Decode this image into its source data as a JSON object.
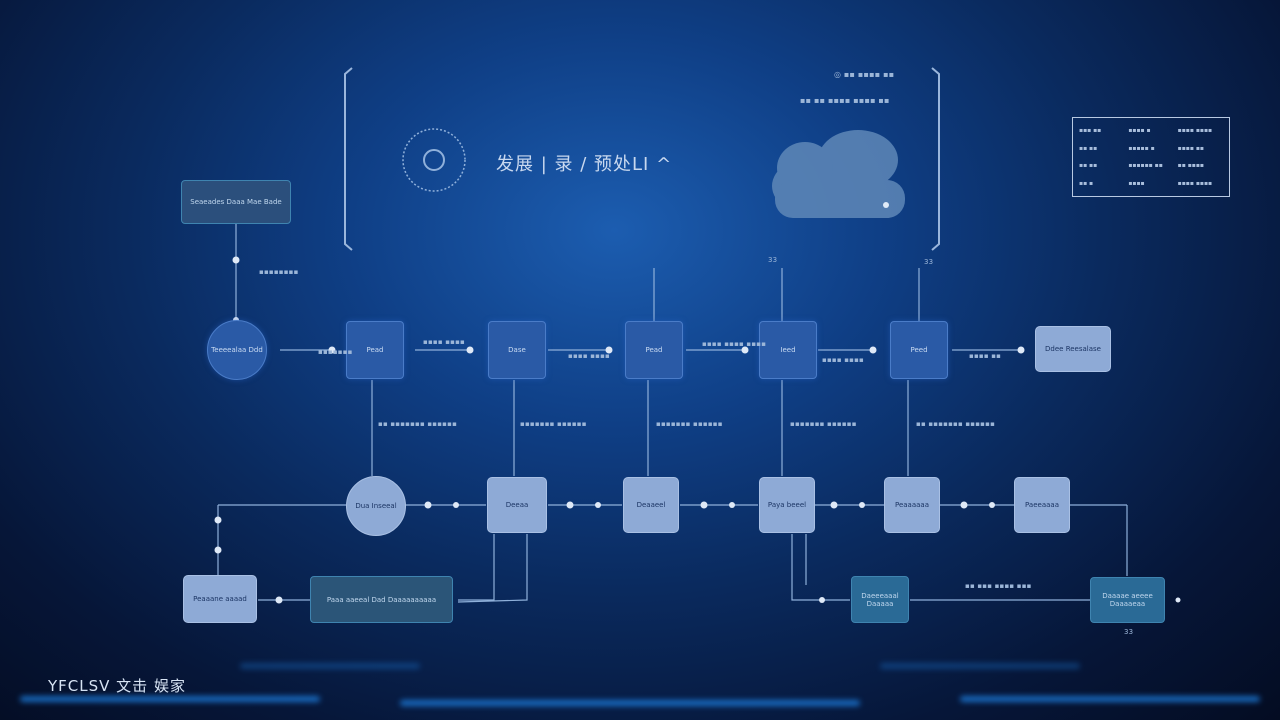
{
  "header": {
    "title": "发展 | 录 / 预处LI ^",
    "top_right_lines": [
      "◎ ▪▪ ▪▪▪▪ ▪▪",
      "▪▪ ▪▪ ▪▪▪▪ ▪▪▪▪ ▪▪"
    ]
  },
  "legend": {
    "cells": [
      "▪▪▪ ▪▪",
      "▪▪▪▪ ▪",
      "▪▪▪▪ ▪▪▪▪",
      "▪▪ ▪▪",
      "▪▪▪▪▪ ▪",
      "▪▪▪▪ ▪▪",
      "▪▪ ▪▪",
      "▪▪▪▪▪▪ ▪▪",
      "▪▪ ▪▪▪▪",
      "▪▪ ▪",
      "▪▪▪▪",
      "▪▪▪▪ ▪▪▪▪"
    ]
  },
  "nodes": {
    "input_box": "Seaeades Daaa Mae Bade",
    "start_circle": "Teeeealaa Ddd",
    "top_row": [
      "Pead",
      "Dase",
      "Pead",
      "Ieed",
      "Peed"
    ],
    "output_box": "Ddee Reesalase",
    "mid_circle": "Dua Inseeal",
    "mid_row": [
      "Deeaa",
      "Deaaeel",
      "Paya beeel",
      "Peaaaaaa",
      "Paeeaaaa"
    ],
    "bottom_left": "Peaaane aaaad",
    "bottom_wide": "Paaa aaeeal Dad Daaaaaaaaaa",
    "bottom_mid": "Daeeeaaal Daaaaa",
    "bottom_right": "Daaaae aeeee Daaaaeaa"
  },
  "labels": {
    "left_vertical": "▪▪▪▪▪▪▪▪",
    "edge_1": "▪▪▪▪ ▪▪▪▪",
    "edge_2": "▪▪▪▪ ▪▪▪▪",
    "edge_3": "▪▪▪▪ ▪▪▪▪ ▪▪▪▪",
    "edge_4": "▪▪▪▪ ▪▪▪▪",
    "edge_5": "▪▪▪▪▪▪▪",
    "edge_6": "▪▪▪▪ ▪▪",
    "col_1": "▪▪ ▪▪▪▪▪▪▪ ▪▪▪▪▪▪",
    "col_2": "▪▪▪▪▪▪▪ ▪▪▪▪▪▪",
    "col_3": "▪▪▪▪▪▪▪ ▪▪▪▪▪▪",
    "col_4": "▪▪▪▪▪▪▪ ▪▪▪▪▪▪",
    "col_5": "▪▪ ▪▪▪▪▪▪▪ ▪▪▪▪▪▪",
    "bottom_note": "▪▪ ▪▪▪ ▪▪▪▪ ▪▪▪",
    "num_1": "33",
    "num_2": "33",
    "num_3": "33"
  },
  "footer": {
    "text": "YFCLSV 文击  娱家"
  },
  "colors": {
    "accent": "#2a5aa6",
    "light_node": "#8eaad6",
    "dark_node": "#2a6a96",
    "line": "#8fb0da"
  }
}
